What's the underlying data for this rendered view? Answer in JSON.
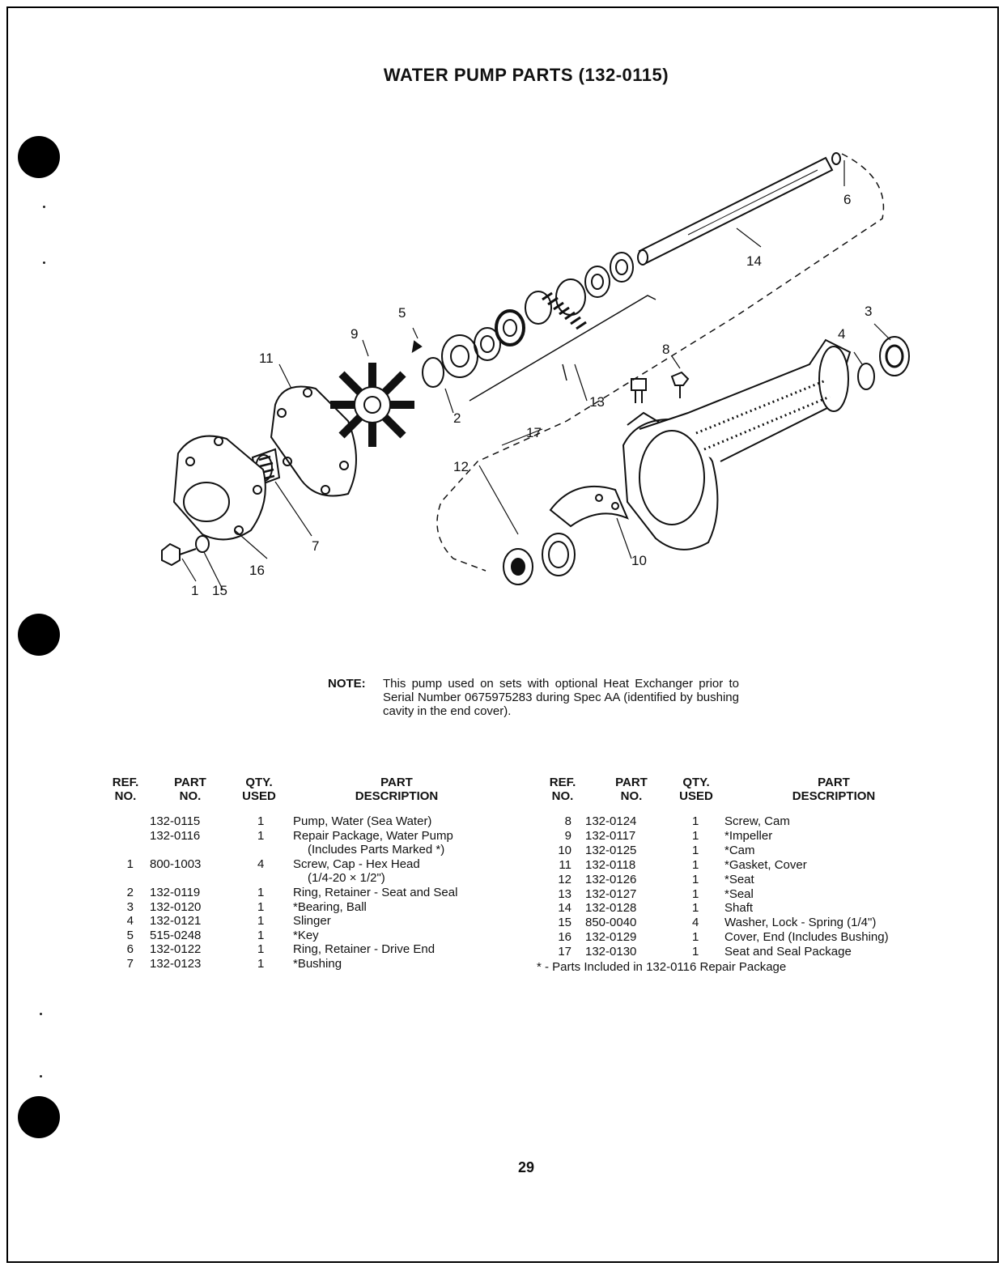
{
  "title": "WATER PUMP PARTS (132-0115)",
  "callouts": [
    "1",
    "2",
    "3",
    "4",
    "5",
    "6",
    "7",
    "8",
    "9",
    "10",
    "11",
    "12",
    "13",
    "14",
    "15",
    "16",
    "17"
  ],
  "note": {
    "label": "NOTE:",
    "text": "This pump used on sets with optional Heat Exchanger prior to Serial Number 0675975283 during Spec AA (identified by bushing cavity in the end cover)."
  },
  "table_headers": {
    "ref": [
      "REF.",
      "NO."
    ],
    "part": [
      "PART",
      "NO."
    ],
    "qty": [
      "QTY.",
      "USED"
    ],
    "desc": [
      "PART",
      "DESCRIPTION"
    ]
  },
  "parts_left": [
    {
      "ref": "",
      "part": "132-0115",
      "qty": "1",
      "desc": "Pump, Water (Sea Water)"
    },
    {
      "ref": "",
      "part": "132-0116",
      "qty": "1",
      "desc": "Repair Package, Water Pump"
    },
    {
      "ref": "",
      "part": "",
      "qty": "",
      "desc": "(Includes Parts Marked *)",
      "indent": true
    },
    {
      "ref": "1",
      "part": "800-1003",
      "qty": "4",
      "desc": "Screw, Cap - Hex Head"
    },
    {
      "ref": "",
      "part": "",
      "qty": "",
      "desc": "(1/4-20 × 1/2\")",
      "indent": true
    },
    {
      "ref": "2",
      "part": "132-0119",
      "qty": "1",
      "desc": "Ring, Retainer - Seat and Seal"
    },
    {
      "ref": "3",
      "part": "132-0120",
      "qty": "1",
      "desc": "*Bearing, Ball"
    },
    {
      "ref": "4",
      "part": "132-0121",
      "qty": "1",
      "desc": "Slinger"
    },
    {
      "ref": "5",
      "part": "515-0248",
      "qty": "1",
      "desc": "*Key"
    },
    {
      "ref": "6",
      "part": "132-0122",
      "qty": "1",
      "desc": "Ring, Retainer - Drive End"
    },
    {
      "ref": "7",
      "part": "132-0123",
      "qty": "1",
      "desc": "*Bushing"
    }
  ],
  "parts_right": [
    {
      "ref": "8",
      "part": "132-0124",
      "qty": "1",
      "desc": "Screw, Cam"
    },
    {
      "ref": "9",
      "part": "132-0117",
      "qty": "1",
      "desc": "*Impeller"
    },
    {
      "ref": "10",
      "part": "132-0125",
      "qty": "1",
      "desc": "*Cam"
    },
    {
      "ref": "11",
      "part": "132-0118",
      "qty": "1",
      "desc": "*Gasket, Cover"
    },
    {
      "ref": "12",
      "part": "132-0126",
      "qty": "1",
      "desc": "*Seat"
    },
    {
      "ref": "13",
      "part": "132-0127",
      "qty": "1",
      "desc": "*Seal"
    },
    {
      "ref": "14",
      "part": "132-0128",
      "qty": "1",
      "desc": "Shaft"
    },
    {
      "ref": "15",
      "part": "850-0040",
      "qty": "4",
      "desc": "Washer, Lock - Spring (1/4\")"
    },
    {
      "ref": "16",
      "part": "132-0129",
      "qty": "1",
      "desc": "Cover, End (Includes Bushing)"
    },
    {
      "ref": "17",
      "part": "132-0130",
      "qty": "1",
      "desc": "Seat and Seal Package"
    }
  ],
  "footnote": "* - Parts Included in 132-0116 Repair Package",
  "page_number": "29"
}
